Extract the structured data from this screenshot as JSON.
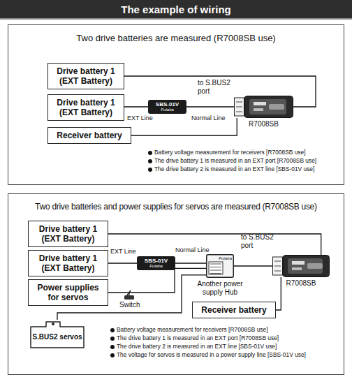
{
  "diagram": {
    "title": "The example of wiring",
    "nodes": [
      {
        "text": [
          "Two drive batteries are measured (R7008SB use)"
        ]
      },
      {
        "text": [
          "Drive battery 1 (EXT Battery)"
        ],
        "in": 0
      },
      {
        "text": [
          "Drive battery 1 (EXT Battery)"
        ],
        "in": 0
      },
      {
        "text": [
          "SBS-01V",
          "Futaba"
        ],
        "in": 0
      },
      {
        "text": [
          "Receiver battery"
        ],
        "in": 0
      },
      {
        "text": [
          "R7008SB"
        ],
        "in": 0
      },
      {
        "text": [
          "Two drive batteries and power supplies for servos are measured (R7008SB use)"
        ]
      },
      {
        "text": [
          "Drive battery 1 (EXT Battery)"
        ],
        "in": 6
      },
      {
        "text": [
          "Drive battery 1 (EXT Battery)"
        ],
        "in": 6
      },
      {
        "text": [
          "SBS-01V",
          "Futaba"
        ],
        "in": 6
      },
      {
        "text": [
          "Power supplies for servos"
        ],
        "in": 6
      },
      {
        "text": [
          "S.BUS2 servos"
        ],
        "in": 6
      },
      {
        "text": [
          "Futaba",
          "Another power supply Hub"
        ],
        "in": 6
      },
      {
        "text": [
          "R7008SB"
        ],
        "in": 6
      },
      {
        "text": [
          "Receiver battery"
        ],
        "in": 6
      }
    ],
    "edges": [
      {
        "from": 1,
        "to": 5,
        "arrow": "none"
      },
      {
        "from": 2,
        "to": 3,
        "label": "EXT Line",
        "arrow": "none"
      },
      {
        "from": 3,
        "to": 5,
        "label": "Normal Line",
        "arrow": "none"
      },
      {
        "from": 4,
        "to": 5,
        "arrow": "none"
      },
      {
        "from": 7,
        "to": 13,
        "arrow": "none"
      },
      {
        "from": 8,
        "to": 9,
        "label": "EXT Line",
        "arrow": "none"
      },
      {
        "from": 9,
        "to": 12,
        "label": "Normal Line",
        "arrow": "none"
      },
      {
        "from": 10,
        "to": 12,
        "arrow": "none"
      },
      {
        "from": 11,
        "to": 12,
        "arrow": "none"
      },
      {
        "from": 12,
        "to": 13,
        "arrow": "none"
      },
      {
        "from": 14,
        "to": 13,
        "arrow": "none"
      }
    ],
    "labels": [
      "to S.BUS2 port",
      "Battery voltage measurement for receivers [R7008SB use]",
      "The drive battery 1 is measured in an EXT port [R7008SB use]",
      "The drive battery 2 is measured in an EXT line [SBS-01V use]",
      "to S.BUS2 port",
      "Switch",
      "Battery voltage measurement for receivers [R7008SB use]",
      "The drive battery 1 is measured in an EXT port [R7008SB use]",
      "The drive battery 2 is measured in an EXT line [SBS-01V use]",
      "The voltage for servos is measured in a power supply line [SBS-01V use]"
    ]
  }
}
